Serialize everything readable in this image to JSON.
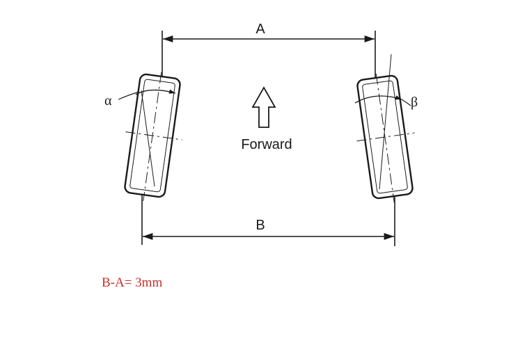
{
  "diagram": {
    "label_a": "A",
    "label_b": "B",
    "label_alpha": "α",
    "label_beta": "β",
    "forward_label": "Forward",
    "note": "B-A= 3mm"
  },
  "colors": {
    "line": "#1a1a1a",
    "note": "#c8312b"
  },
  "icons": {
    "direction": "forward-arrow-icon"
  }
}
